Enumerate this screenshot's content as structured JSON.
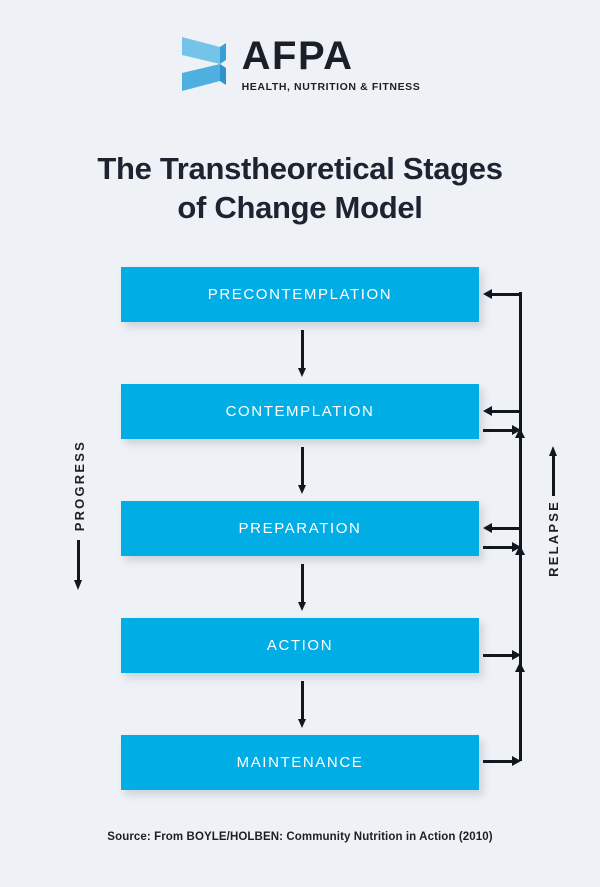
{
  "brand": {
    "logo_icon": "afpa-chevron-logo",
    "name": "AFPA",
    "tagline": "HEALTH, NUTRITION & FITNESS"
  },
  "title": {
    "line1": "The Transtheoretical Stages",
    "line2": "of Change Model"
  },
  "diagram": {
    "stages": [
      {
        "label": "PRECONTEMPLATION",
        "inbound_relapse_arrow": true,
        "outbound_relapse_arrow": false
      },
      {
        "label": "CONTEMPLATION",
        "inbound_relapse_arrow": true,
        "outbound_relapse_arrow": true
      },
      {
        "label": "PREPARATION",
        "inbound_relapse_arrow": true,
        "outbound_relapse_arrow": true
      },
      {
        "label": "ACTION",
        "inbound_relapse_arrow": false,
        "outbound_relapse_arrow": true
      },
      {
        "label": "MAINTENANCE",
        "inbound_relapse_arrow": false,
        "outbound_relapse_arrow": true
      }
    ],
    "progress_label": "PROGRESS",
    "progress_direction": "down",
    "relapse_label": "RELAPSE",
    "relapse_direction": "up"
  },
  "source": "Source: From BOYLE/HOLBEN: Community Nutrition in Action (2010)",
  "colors": {
    "background": "#eef1f5",
    "box_fill": "#00ade5",
    "box_text": "#ffffff",
    "ink": "#1b2028",
    "logo_blue": "#5bb9e4"
  }
}
